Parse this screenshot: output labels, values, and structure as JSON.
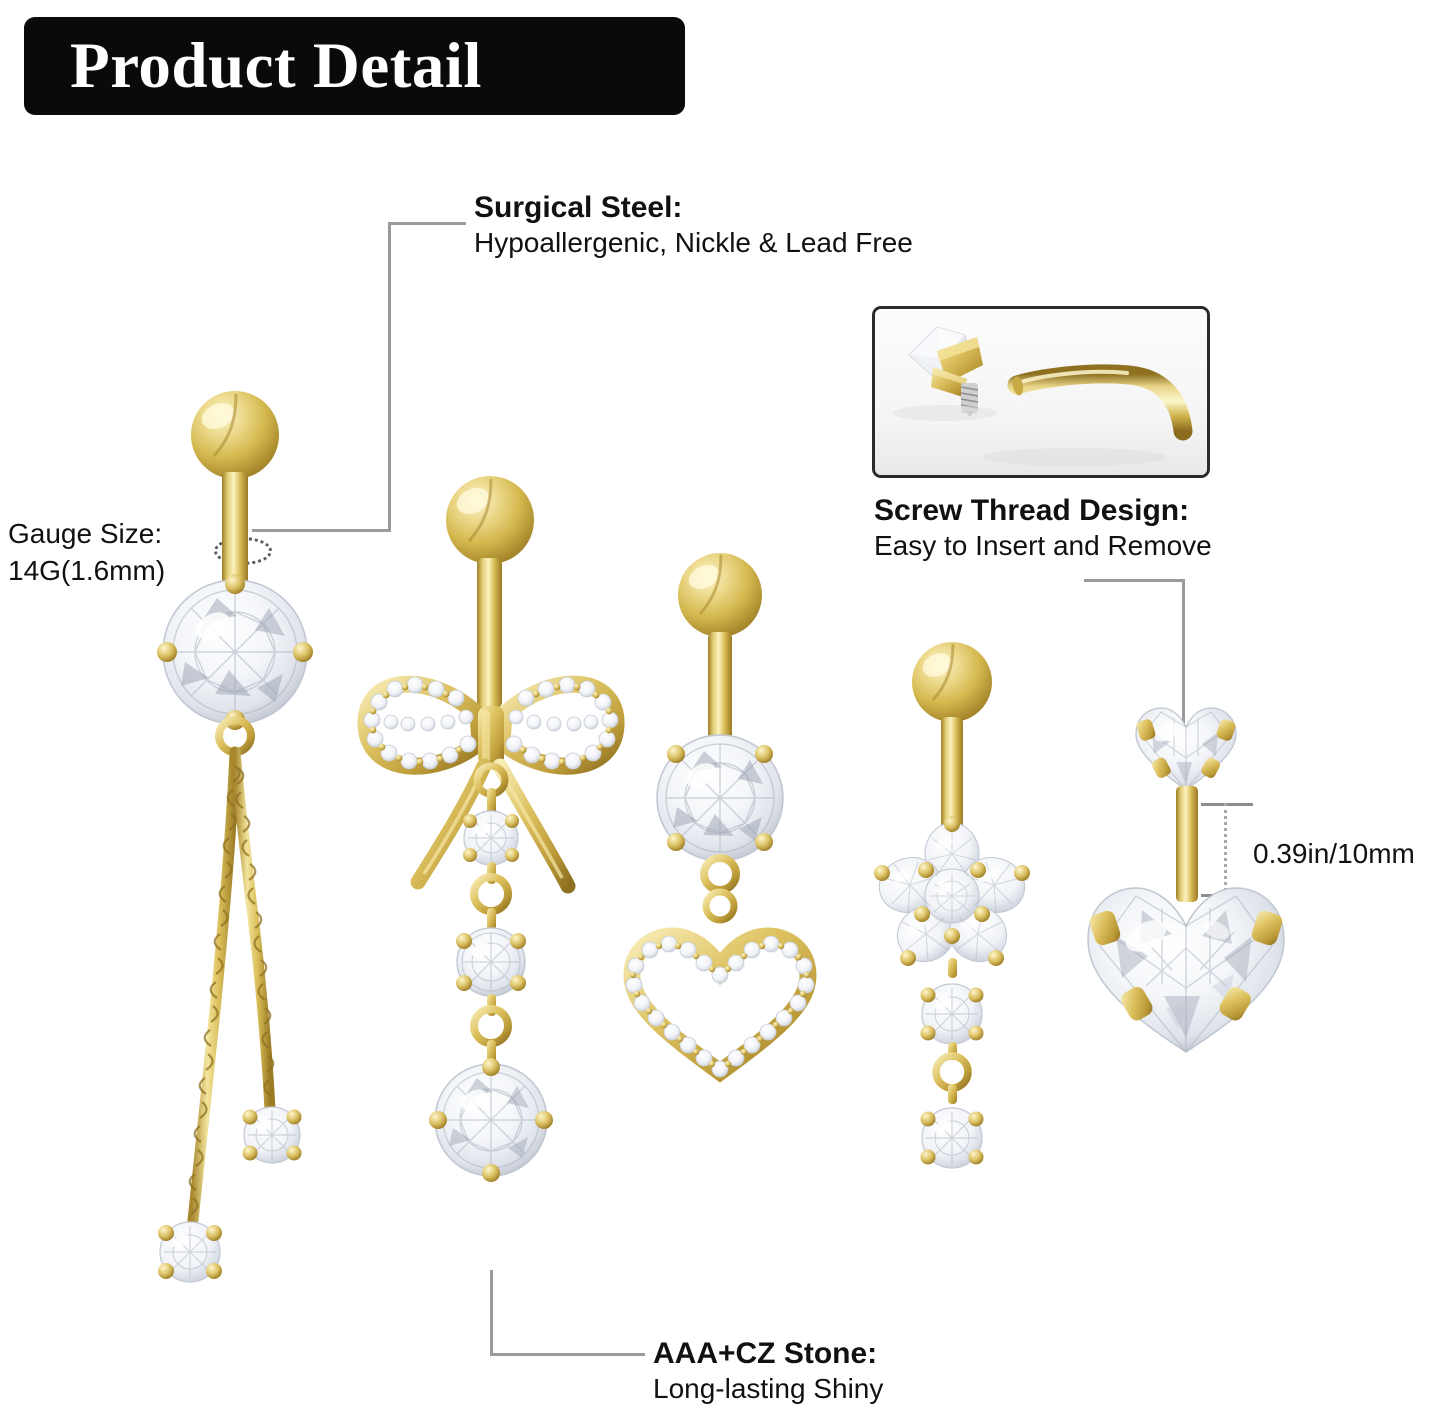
{
  "header": {
    "title": "Product Detail"
  },
  "callouts": {
    "surgical_steel": {
      "heading": "Surgical Steel:",
      "subtext": "Hypoallergenic, Nickle & Lead Free"
    },
    "screw_thread": {
      "heading": "Screw Thread Design:",
      "subtext": "Easy to Insert and Remove"
    },
    "cz_stone": {
      "heading": "AAA+CZ Stone:",
      "subtext": "Long-lasting Shiny"
    },
    "gauge": {
      "line1": "Gauge Size:",
      "line2": "14G(1.6mm)"
    },
    "bar_length": {
      "value": "0.39in/10mm"
    }
  },
  "inset_photo": {
    "name": "screw-thread-closeup",
    "description": "Gold CZ gem top with screw thread beside curved gold barbell"
  },
  "products": [
    {
      "name": "chain-dangle-belly-ring",
      "top": "gold-ball",
      "center_stone": "round-cz",
      "dangle": "two twisted gold chains with round cz drops"
    },
    {
      "name": "bow-dangle-belly-ring",
      "top": "gold-ball",
      "center_stone": "pave-cz-bow",
      "dangle": "graduated round cz drop chain"
    },
    {
      "name": "heart-dangle-belly-ring",
      "top": "gold-ball",
      "center_stone": "round-cz",
      "dangle": "pave open heart"
    },
    {
      "name": "flower-dangle-belly-ring",
      "top": "gold-ball",
      "center_stone": "cz-flower",
      "dangle": "two round cz drops"
    },
    {
      "name": "double-heart-belly-ring",
      "top": "small-heart-cz",
      "center_stone": "large-heart-cz",
      "dangle": "none"
    }
  ],
  "colors": {
    "banner_bg": "#0a0a0a",
    "banner_text": "#ffffff",
    "body_text": "#111111",
    "leader_line": "#9a9a9a",
    "gold_light": "#f3e6a8",
    "gold_mid": "#d8bc55",
    "gold_dark": "#a8862c",
    "cz_white": "#ffffff",
    "cz_shadow": "#c9cdd6"
  }
}
